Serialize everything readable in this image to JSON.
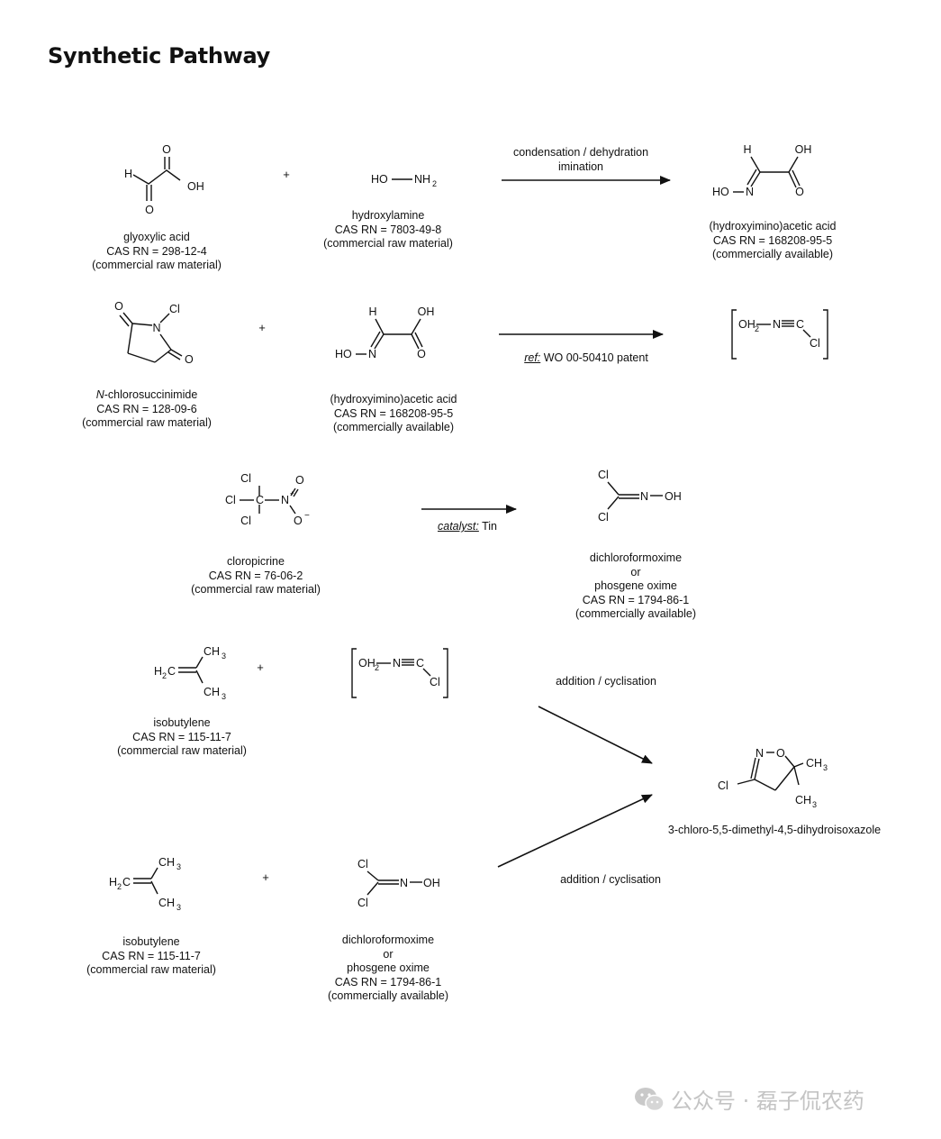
{
  "title": "Synthetic Pathway",
  "compounds": {
    "glyoxylic": [
      "glyoxylic acid",
      "CAS RN = 298-12-4",
      "(commercial raw material)"
    ],
    "hydroxylamine": [
      "hydroxylamine",
      "CAS RN = 7803-49-8",
      "(commercial raw material)"
    ],
    "hia1": [
      "(hydroxyimino)acetic acid",
      "CAS RN = 168208-95-5",
      "(commercially available)"
    ],
    "ncs_name": "chlorosuccinimide",
    "ncs_prefix": "N",
    "ncs_cas": [
      "CAS RN = 128-09-6",
      "(commercial raw material)"
    ],
    "hia2": [
      "(hydroxyimino)acetic acid",
      "CAS RN = 168208-95-5",
      "(commercially available)"
    ],
    "chloropicrin": [
      "cloropicrine",
      "CAS RN = 76-06-2",
      "(commercial raw material)"
    ],
    "dcfo1": [
      "dichloroformoxime",
      "or",
      "phosgene oxime",
      "CAS RN = 1794-86-1",
      "(commercially available)"
    ],
    "isobutylene1": [
      "isobutylene",
      "CAS RN = 115-11-7",
      "(commercial raw material)"
    ],
    "isobutylene2": [
      "isobutylene",
      "CAS RN = 115-11-7",
      "(commercial raw material)"
    ],
    "dcfo2": [
      "dichloroformoxime",
      "or",
      "phosgene oxime",
      "CAS RN = 1794-86-1",
      "(commercially available)"
    ],
    "product": "3-chloro-5,5-dimethyl-4,5-dihydroisoxazole"
  },
  "conditions": {
    "step1": [
      "condensation / dehydration",
      "imination"
    ],
    "step2_label": "ref:",
    "step2_text": "WO 00-50410 patent",
    "step3_label": "catalyst:",
    "step3_text": "Tin",
    "step4a": "addition / cyclisation",
    "step4b": "addition / cyclisation"
  },
  "plus": "+",
  "atoms": {
    "O": "O",
    "H": "H",
    "OH": "OH",
    "HO": "HO",
    "N": "N",
    "NH": "NH",
    "sub2": "2",
    "Cl": "Cl",
    "C": "C",
    "plus_charge": "+",
    "minus_charge": "−",
    "H2C_H": "H",
    "H2C_C": "C",
    "CH": "CH",
    "sub3": "3"
  },
  "watermark": "公众号 · 磊子侃农药"
}
